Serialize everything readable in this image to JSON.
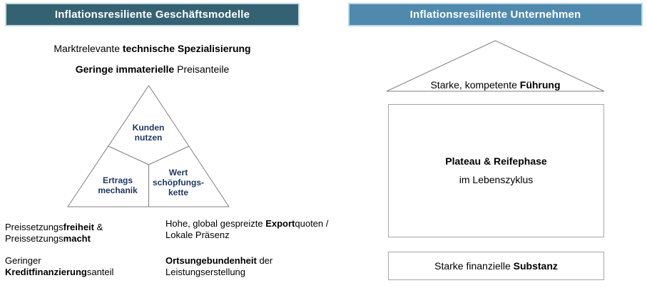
{
  "colors": {
    "left_header_bg": "#356273",
    "left_header_edge": "#c6dae2",
    "right_header_bg": "#4f8aae",
    "right_header_edge": "#bdd5e3",
    "header_text": "#ffffff",
    "navy": "#1f3864",
    "line_gray": "#7f7f7f",
    "box_border": "#a6a6a6",
    "text": "#000000"
  },
  "left_panel": {
    "header": "Inflationsresiliente Geschäftsmodelle",
    "intro_line1": {
      "segments": [
        {
          "t": "Marktrelevante "
        },
        {
          "t": "technische Spezialisierung"
        }
      ]
    },
    "intro_line2": {
      "segments": [
        {
          "t": "Geringe immaterielle"
        },
        {
          "t": " Preisanteile"
        }
      ]
    },
    "triangle": {
      "top_label": "Kunden\nnutzen",
      "bottom_left_label": "Ertrags\nmechanik",
      "bottom_right_label": "Wert\nschöpfungs-\nkette"
    },
    "notes": {
      "pricing": {
        "segments": [
          {
            "t": "Preissetzungs"
          },
          {
            "t": "freiheit"
          },
          {
            "t": " &\nPreissetzungs"
          },
          {
            "t": "macht"
          }
        ]
      },
      "credit": {
        "segments": [
          {
            "t": "Geringer\n"
          },
          {
            "t": "Kreditfinanzierung"
          },
          {
            "t": "santeil"
          }
        ]
      },
      "export": {
        "segments": [
          {
            "t": "Hohe, global gespreizte "
          },
          {
            "t": "Export"
          },
          {
            "t": "quoten /\nLokale Präsenz"
          }
        ]
      },
      "location": {
        "segments": [
          {
            "t": "Ortsungebundenheit"
          },
          {
            "t": " der\nLeistungserstellung"
          }
        ]
      }
    }
  },
  "right_panel": {
    "header": "Inflationsresiliente Unternehmen",
    "roof": {
      "segments": [
        {
          "t": "Starke, kompetente "
        },
        {
          "t": "Führung"
        }
      ]
    },
    "body_line1": "Plateau & Reifephase",
    "body_line2": "im Lebenszyklus",
    "base": {
      "segments": [
        {
          "t": "Starke finanzielle "
        },
        {
          "t": "Substanz"
        }
      ]
    }
  }
}
